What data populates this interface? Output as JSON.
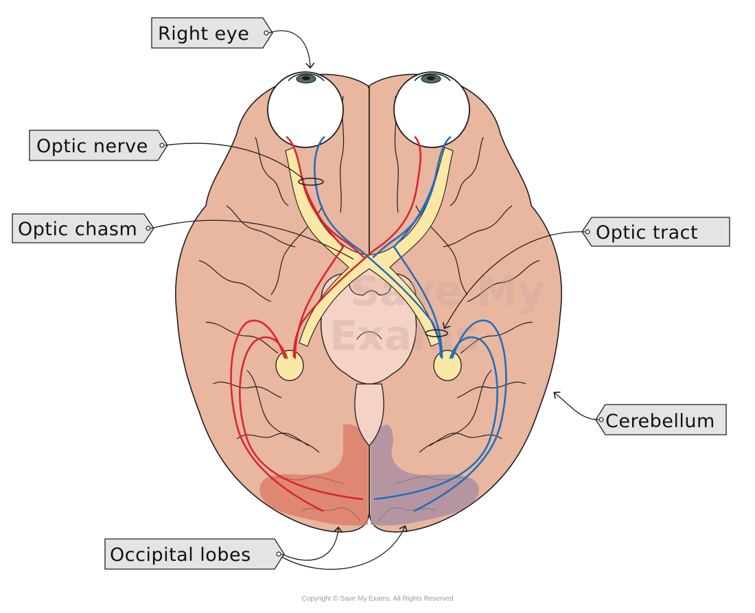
{
  "labels": {
    "right_eye": "Right eye",
    "optic_nerve": "Optic nerve",
    "optic_chasm": "Optic chasm",
    "optic_tract": "Optic tract",
    "cerebellum": "Cerebellum",
    "occipital_lobes": "Occipital lobes"
  },
  "watermark": {
    "line1": "Save My",
    "line2": "Exams"
  },
  "copyright": "Copyright © Save My Exams. All Rights Reserved",
  "colors": {
    "brain": "#e9b6a0",
    "brain_outline": "#1c1c1c",
    "pathway": "#fbe8a6",
    "right_fibres": "#d9262c",
    "left_fibres": "#1f6fb8",
    "left_occipital": "#d97865",
    "right_occipital": "#a88ea0",
    "brainstem": "#f4d2c6",
    "label_box": "#e4e4e4"
  }
}
